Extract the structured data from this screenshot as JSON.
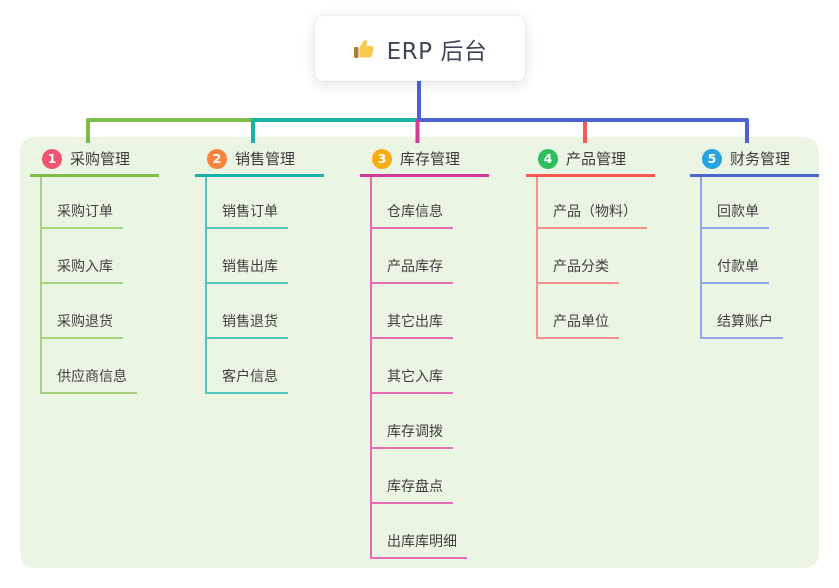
{
  "root": {
    "label": "ERP 后台",
    "icon": "thumbs-up-icon"
  },
  "colors": {
    "canvas_background": "#ffffff",
    "panel_background": "#eaf6e3",
    "root_connector_blue": "#4d63cf",
    "branch_green": "#7ebc49",
    "branch_teal": "#19b2a9",
    "branch_magenta": "#d23a98",
    "branch_red": "#f45a52",
    "branch_blue": "#4a66d0",
    "title_text": "#3b3b3b",
    "child_text": "#3f3f3f",
    "root_text": "#3c4657"
  },
  "branches": [
    {
      "index": "1",
      "title": "采购管理",
      "badge_color": "#f1536e",
      "line_color": "#7ebc49",
      "child_line_color": "#a8d37e",
      "children": [
        "采购订单",
        "采购入库",
        "采购退货",
        "供应商信息"
      ]
    },
    {
      "index": "2",
      "title": "销售管理",
      "badge_color": "#f8843c",
      "line_color": "#19b2a9",
      "child_line_color": "#56c7bf",
      "children": [
        "销售订单",
        "销售出库",
        "销售退货",
        "客户信息"
      ]
    },
    {
      "index": "3",
      "title": "库存管理",
      "badge_color": "#fbab12",
      "line_color": "#d23a98",
      "child_line_color": "#e56db2",
      "children": [
        "仓库信息",
        "产品库存",
        "其它出库",
        "其它入库",
        "库存调拨",
        "库存盘点",
        "出库库明细"
      ]
    },
    {
      "index": "4",
      "title": "产品管理",
      "badge_color": "#2ebe5e",
      "line_color": "#f45a52",
      "child_line_color": "#f4918c",
      "children": [
        "产品（物料）",
        "产品分类",
        "产品单位"
      ]
    },
    {
      "index": "5",
      "title": "财务管理",
      "badge_color": "#27a4df",
      "line_color": "#4a66d0",
      "child_line_color": "#8ea6e6",
      "children": [
        "回款单",
        "付款单",
        "结算账户"
      ]
    }
  ]
}
